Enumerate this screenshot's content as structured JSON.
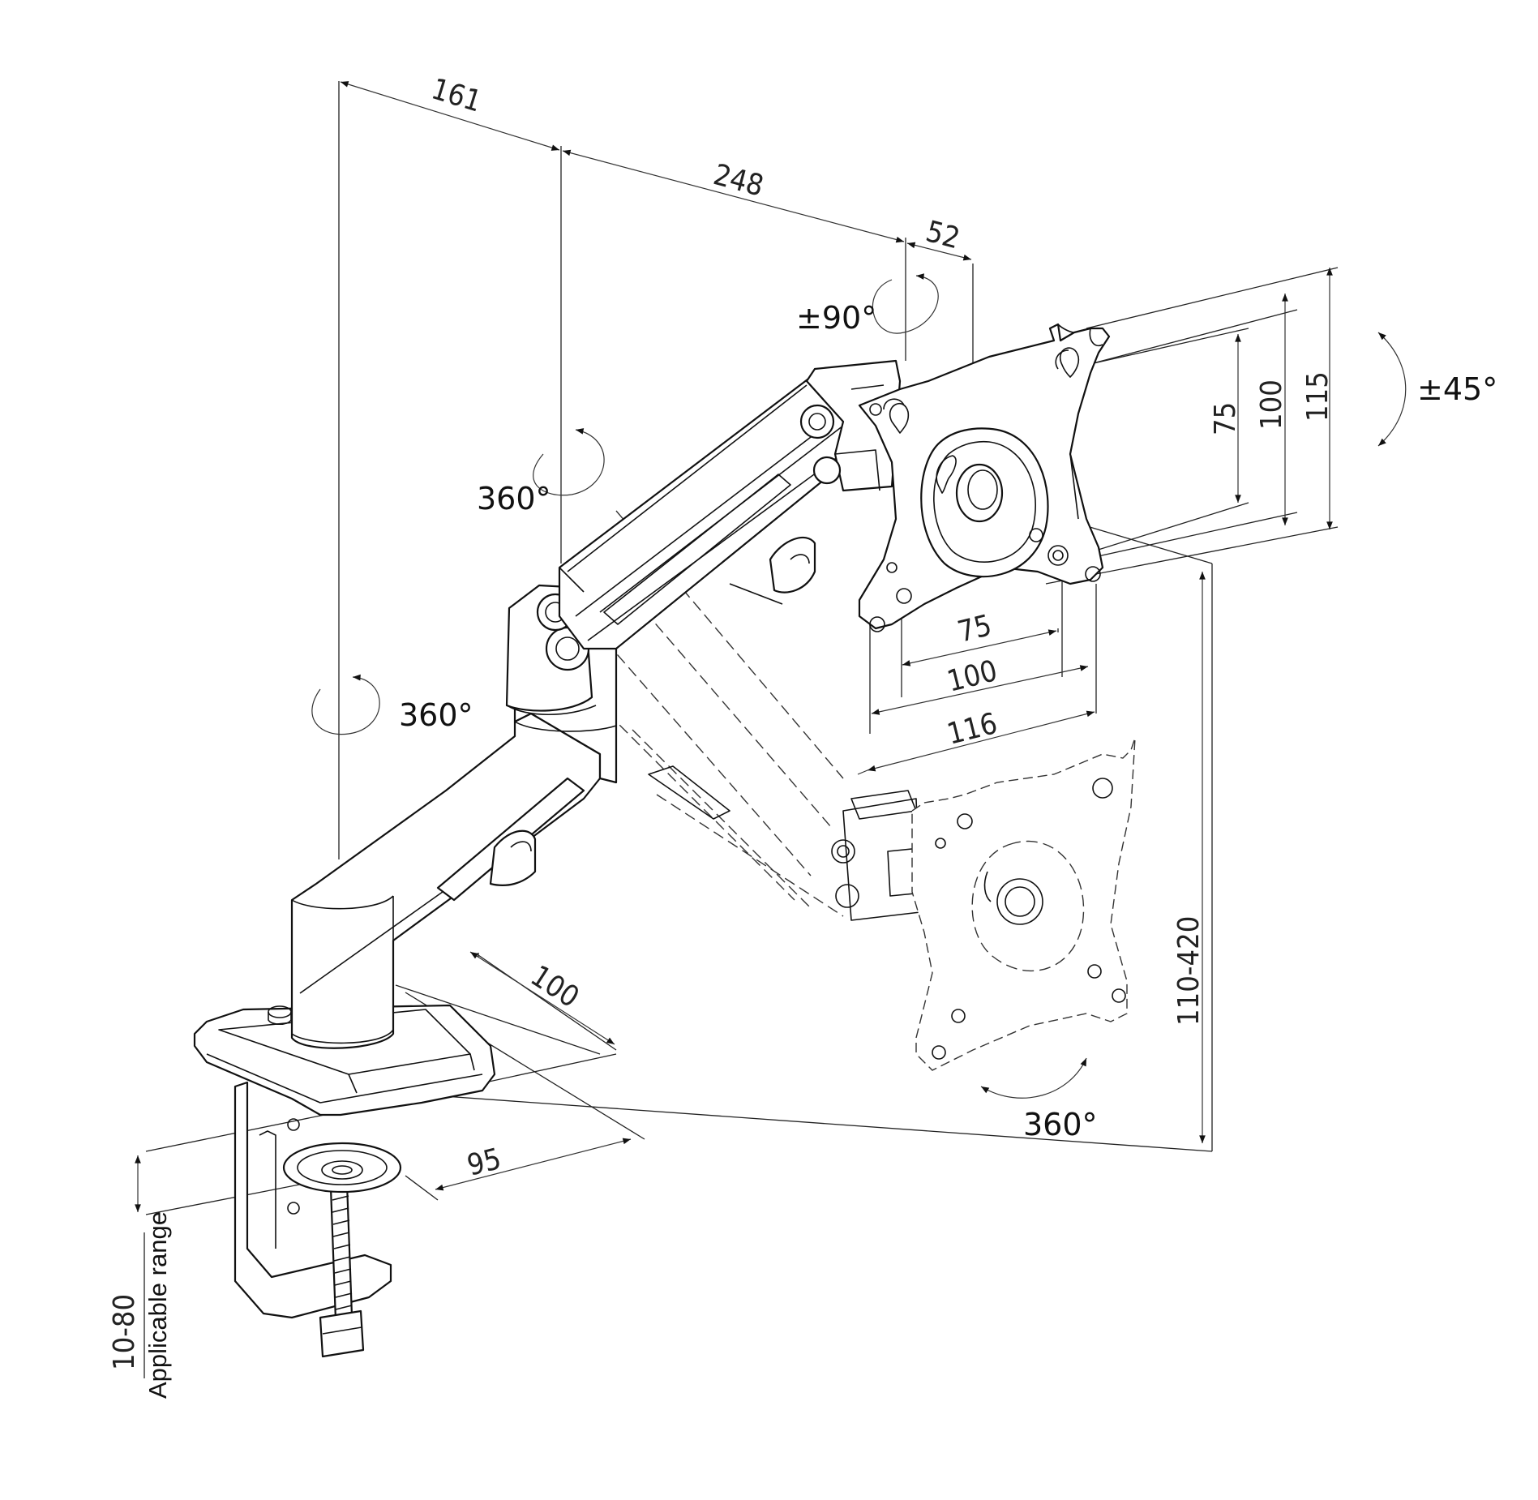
{
  "dimensions": {
    "arm_segment_1": "161",
    "arm_segment_2": "248",
    "head_offset": "52",
    "vesa_height_inner": "75",
    "vesa_height_mid": "100",
    "plate_height": "115",
    "vesa_width_inner": "75",
    "vesa_width_mid": "100",
    "plate_width": "116",
    "base_depth": "100",
    "base_width": "95",
    "height_range": "110-420",
    "clamp_range": "10-80"
  },
  "rotations": {
    "head_swivel": "±90°",
    "tilt": "±45°",
    "upper_joint": "360°",
    "pole_joint": "360°",
    "screen_rotation": "360°"
  },
  "labels": {
    "applicable_range": "Applicable range"
  },
  "colors": {
    "line": "#111111",
    "background": "#ffffff"
  }
}
